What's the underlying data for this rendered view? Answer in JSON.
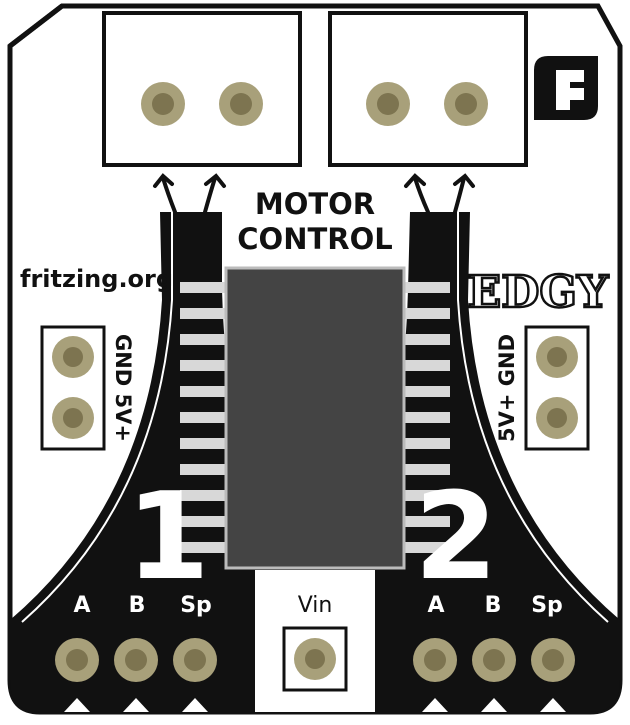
{
  "board": {
    "title_line1": "MOTOR",
    "title_line2": "CONTROL",
    "website": "fritzing.org",
    "brand": "EDGY",
    "logo_icon": "fritzing-logo-icon",
    "channel_1": "1",
    "channel_2": "2",
    "power_left_label": "GND 5V+",
    "power_right_label": "5V+ GND",
    "left_pins": [
      "A",
      "B",
      "Sp"
    ],
    "right_pins": [
      "A",
      "B",
      "Sp"
    ],
    "vin_label": "Vin"
  },
  "colors": {
    "silkscreen_black": "#111111",
    "pad_gold": "#a8a07a",
    "pad_center": "#7d7450",
    "chip_body": "#444444",
    "chip_pin": "#d8d8d8"
  }
}
